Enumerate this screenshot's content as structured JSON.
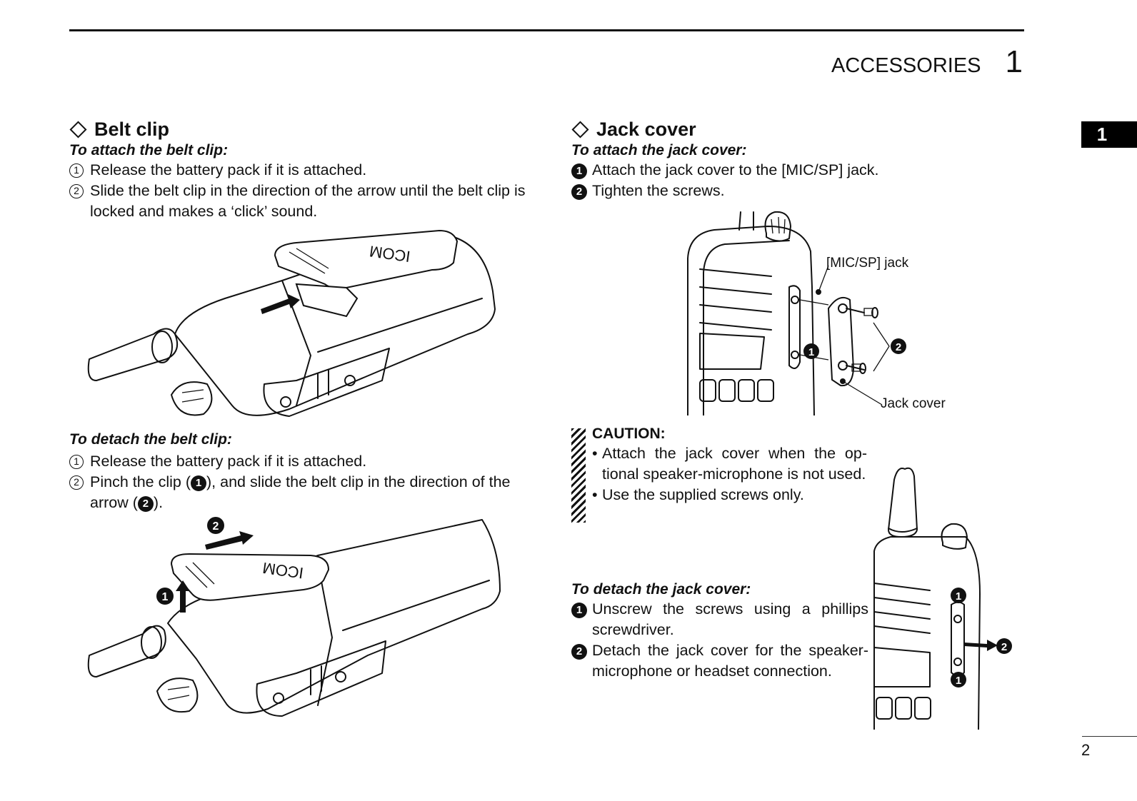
{
  "header": {
    "chapter_title": "ACCESSORIES",
    "chapter_number": "1",
    "tab_marker": "1"
  },
  "footer": {
    "page_number": "2"
  },
  "belt_clip": {
    "title": "Belt clip",
    "attach": {
      "heading": "To attach the belt clip:",
      "steps": [
        {
          "marker": "1",
          "text": "Release the battery pack if it is attached."
        },
        {
          "marker": "2",
          "text": "Slide the belt clip in the direction of the arrow until the belt clip is locked and makes a ‘click’ sound."
        }
      ]
    },
    "detach": {
      "heading": "To detach the belt clip:",
      "steps": [
        {
          "marker": "1",
          "text": "Release the battery pack if it is attached."
        },
        {
          "marker": "2",
          "text_a": "Pinch the clip (",
          "ref1": "1",
          "text_b": "), and slide the belt clip in the direction of the arrow (",
          "ref2": "2",
          "text_c": ")."
        }
      ]
    },
    "figure_logo": "ICOM",
    "figure_callouts": [
      "1",
      "2"
    ]
  },
  "jack_cover": {
    "title": "Jack cover",
    "attach": {
      "heading": "To attach the jack cover:",
      "steps": [
        {
          "marker": "1",
          "text": "Attach the jack cover to the [MIC/SP] jack."
        },
        {
          "marker": "2",
          "text": "Tighten the screws."
        }
      ]
    },
    "figure_labels": {
      "jack": "[MIC/SP] jack",
      "cover": "Jack cover",
      "callout1": "1",
      "callout2": "2"
    },
    "caution": {
      "heading": "CAUTION:",
      "items": [
        "Attach the jack cover when the op­tional speaker-microphone is not used.",
        "Use the supplied screws only."
      ]
    },
    "detach": {
      "heading": "To detach the jack cover:",
      "steps": [
        {
          "marker": "1",
          "text": "Unscrew the screws using a phillips screwdriver."
        },
        {
          "marker": "2",
          "text": "Detach the jack cover for the speak­er-microphone or headset connec­tion."
        }
      ]
    },
    "detach_figure_callouts": [
      "1",
      "2",
      "1"
    ]
  }
}
